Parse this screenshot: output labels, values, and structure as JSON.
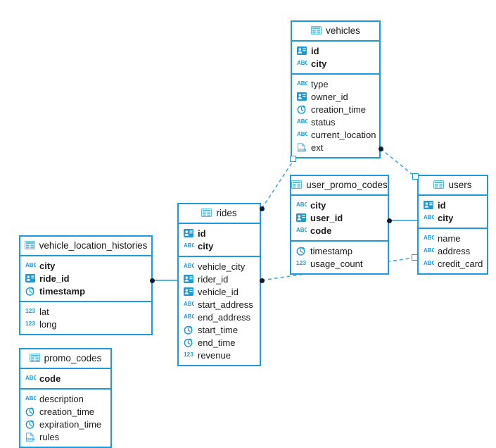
{
  "diagram": {
    "title": "database-schema-er-diagram",
    "accent_color": "#1c9bd8",
    "text_color": "#1b1b1b",
    "connector_dot_color": "#0d1b2a",
    "background": "#ffffff"
  },
  "tables": [
    {
      "id": "vehicles",
      "name": "vehicles",
      "primary_keys": [
        {
          "name": "id",
          "type_icon": "key-id-icon"
        },
        {
          "name": "city",
          "type_icon": "abc-text-icon"
        }
      ],
      "columns": [
        {
          "name": "type",
          "type_icon": "abc-text-icon"
        },
        {
          "name": "owner_id",
          "type_icon": "key-id-icon"
        },
        {
          "name": "creation_time",
          "type_icon": "clock-icon"
        },
        {
          "name": "status",
          "type_icon": "abc-text-icon"
        },
        {
          "name": "current_location",
          "type_icon": "abc-text-icon"
        },
        {
          "name": "ext",
          "type_icon": "json-icon"
        }
      ]
    },
    {
      "id": "user_promo_codes",
      "name": "user_promo_codes",
      "primary_keys": [
        {
          "name": "city",
          "type_icon": "abc-text-icon"
        },
        {
          "name": "user_id",
          "type_icon": "key-id-icon"
        },
        {
          "name": "code",
          "type_icon": "abc-text-icon"
        }
      ],
      "columns": [
        {
          "name": "timestamp",
          "type_icon": "clock-icon"
        },
        {
          "name": "usage_count",
          "type_icon": "number-icon"
        }
      ]
    },
    {
      "id": "users",
      "name": "users",
      "primary_keys": [
        {
          "name": "id",
          "type_icon": "key-id-icon"
        },
        {
          "name": "city",
          "type_icon": "abc-text-icon"
        }
      ],
      "columns": [
        {
          "name": "name",
          "type_icon": "abc-text-icon"
        },
        {
          "name": "address",
          "type_icon": "abc-text-icon"
        },
        {
          "name": "credit_card",
          "type_icon": "abc-text-icon"
        }
      ]
    },
    {
      "id": "rides",
      "name": "rides",
      "primary_keys": [
        {
          "name": "id",
          "type_icon": "key-id-icon"
        },
        {
          "name": "city",
          "type_icon": "abc-text-icon"
        }
      ],
      "columns": [
        {
          "name": "vehicle_city",
          "type_icon": "abc-text-icon"
        },
        {
          "name": "rider_id",
          "type_icon": "key-id-icon"
        },
        {
          "name": "vehicle_id",
          "type_icon": "key-id-icon"
        },
        {
          "name": "start_address",
          "type_icon": "abc-text-icon"
        },
        {
          "name": "end_address",
          "type_icon": "abc-text-icon"
        },
        {
          "name": "start_time",
          "type_icon": "clock-icon"
        },
        {
          "name": "end_time",
          "type_icon": "clock-icon"
        },
        {
          "name": "revenue",
          "type_icon": "number-icon"
        }
      ]
    },
    {
      "id": "vehicle_location_histories",
      "name": "vehicle_location_histories",
      "primary_keys": [
        {
          "name": "city",
          "type_icon": "abc-text-icon"
        },
        {
          "name": "ride_id",
          "type_icon": "key-id-icon"
        },
        {
          "name": "timestamp",
          "type_icon": "clock-icon"
        }
      ],
      "columns": [
        {
          "name": "lat",
          "type_icon": "number-icon"
        },
        {
          "name": "long",
          "type_icon": "number-icon"
        }
      ]
    },
    {
      "id": "promo_codes",
      "name": "promo_codes",
      "primary_keys": [
        {
          "name": "code",
          "type_icon": "abc-text-icon"
        }
      ],
      "columns": [
        {
          "name": "description",
          "type_icon": "abc-text-icon"
        },
        {
          "name": "creation_time",
          "type_icon": "clock-icon"
        },
        {
          "name": "expiration_time",
          "type_icon": "clock-icon"
        },
        {
          "name": "rules",
          "type_icon": "json-icon"
        }
      ]
    }
  ],
  "relationships": [
    {
      "id": "rel-vlh-rides",
      "from": "rides",
      "to": "vehicle_location_histories",
      "style": "solid"
    },
    {
      "id": "rel-rides-vehicles",
      "from": "rides",
      "to": "vehicles",
      "style": "dashed"
    },
    {
      "id": "rel-rides-users",
      "from": "rides",
      "to": "users",
      "style": "dashed"
    },
    {
      "id": "rel-upc-users",
      "from": "user_promo_codes",
      "to": "users",
      "style": "solid"
    },
    {
      "id": "rel-vehicles-users",
      "from": "vehicles",
      "to": "users",
      "style": "dashed"
    }
  ]
}
